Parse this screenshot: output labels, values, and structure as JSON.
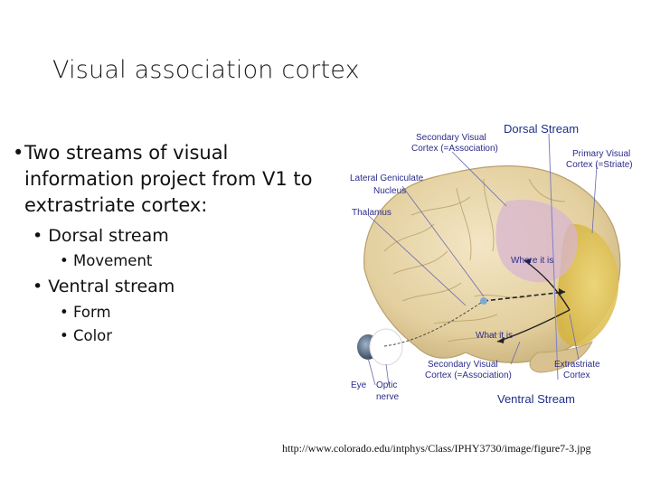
{
  "slide": {
    "title": "Visual association cortex",
    "bullet_main": "Two streams of visual information project from V1 to extrastriate cortex:",
    "sub_dorsal": "Dorsal stream",
    "sub_dorsal_item": "Movement",
    "sub_ventral": "Ventral stream",
    "sub_ventral_items": [
      "Form",
      "Color"
    ]
  },
  "figure": {
    "labels": {
      "secondary_top_1": "Secondary Visual",
      "secondary_top_2": "Cortex (=Association)",
      "dorsal_stream": "Dorsal Stream",
      "primary_1": "Primary Visual",
      "primary_2": "Cortex (=Striate)",
      "lgn_1": "Lateral Geniculate",
      "lgn_2": "Nucleus",
      "thalamus": "Thalamus",
      "where_it_is": "Where it is",
      "what_it_is": "What it is",
      "secondary_bottom_1": "Secondary Visual",
      "secondary_bottom_2": "Cortex (=Association)",
      "extrastriate_1": "Extrastriate",
      "extrastriate_2": "Cortex",
      "eye": "Eye",
      "optic_1": "Optic",
      "optic_2": "nerve",
      "ventral_stream": "Ventral Stream"
    },
    "colors": {
      "brain": "#e8d6a8",
      "occipital": "#e6c74e",
      "dorsal_region": "#d8b6d0",
      "label_text": "#2c2c8a"
    }
  },
  "source_url": "http://www.colorado.edu/intphys/Class/IPHY3730/image/figure7-3.jpg"
}
